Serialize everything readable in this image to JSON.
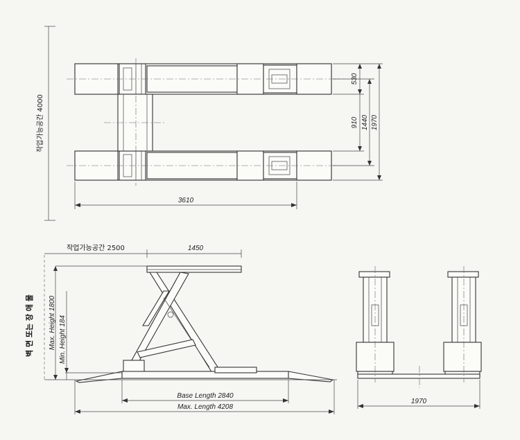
{
  "top_view": {
    "workspace_label": "작업가능공간 4000",
    "dim_length": "3610",
    "dim_530": "530",
    "dim_910": "910",
    "dim_1440": "1440",
    "dim_1970": "1970"
  },
  "side_view": {
    "workspace_label": "작업가능공간 2500",
    "dim_platform": "1450",
    "max_height": "Max. Height 1800",
    "min_height": "Min. Height 184",
    "base_length": "Base Length 2840",
    "max_length": "Max. Length 4208",
    "wall_label": "벽 면 또는 장 애 물"
  },
  "front_view": {
    "dim_width": "1970"
  }
}
